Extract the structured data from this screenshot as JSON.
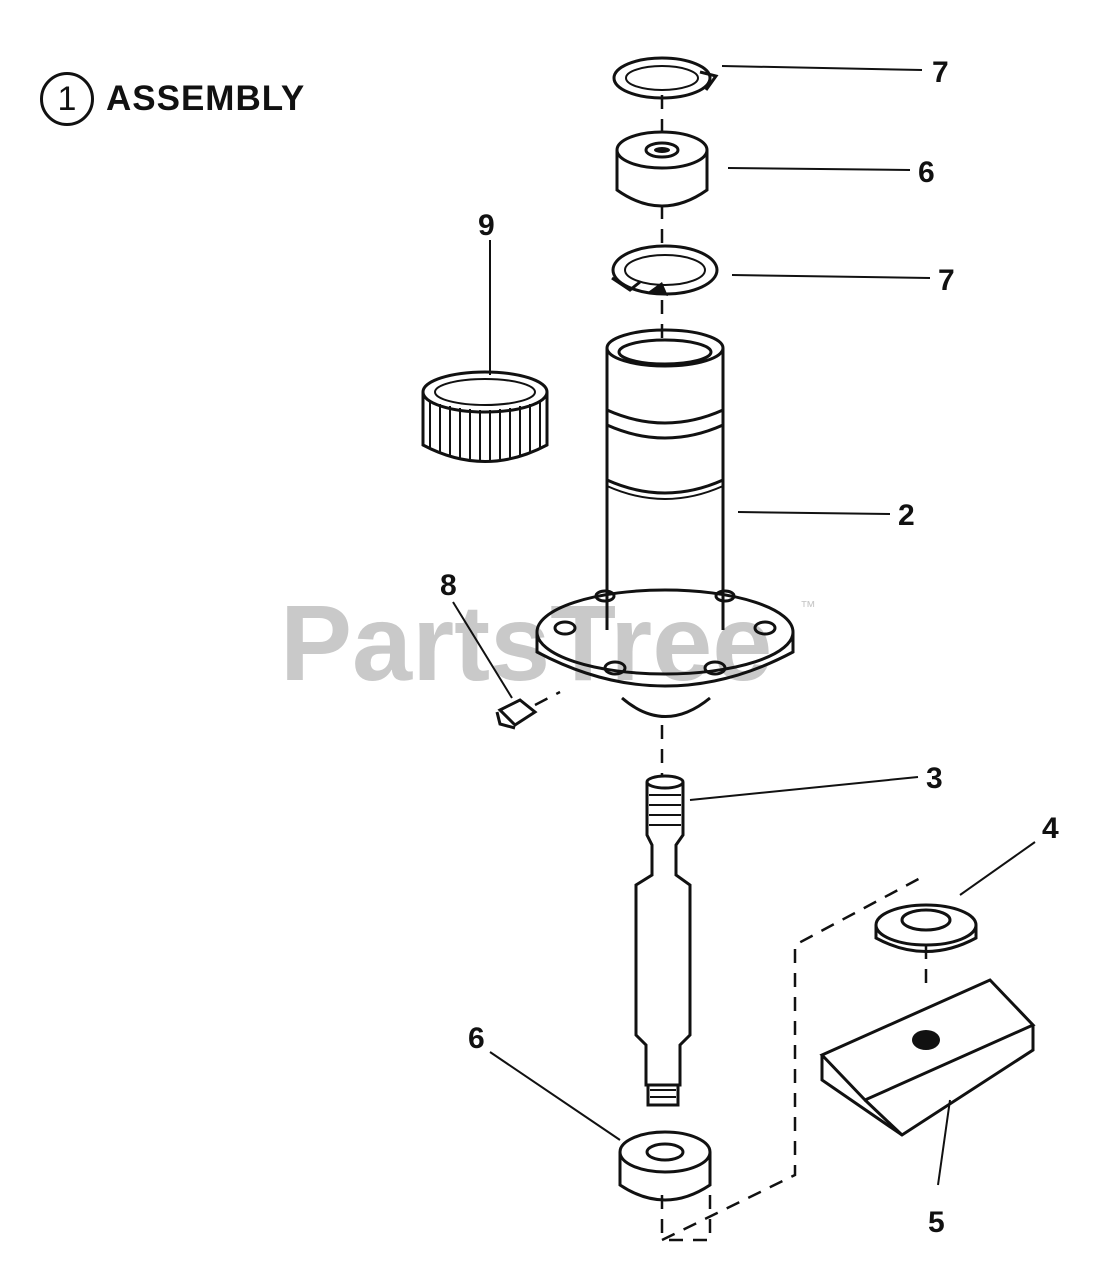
{
  "title": {
    "circle_number": "1",
    "label": "ASSEMBLY"
  },
  "watermark": {
    "text": "PartsTree",
    "trademark": "™"
  },
  "callouts": [
    {
      "id": "callout-7-top",
      "text": "7"
    },
    {
      "id": "callout-6-top",
      "text": "6"
    },
    {
      "id": "callout-7-mid",
      "text": "7"
    },
    {
      "id": "callout-9",
      "text": "9"
    },
    {
      "id": "callout-2",
      "text": "2"
    },
    {
      "id": "callout-8",
      "text": "8"
    },
    {
      "id": "callout-3",
      "text": "3"
    },
    {
      "id": "callout-4",
      "text": "4"
    },
    {
      "id": "callout-6-bottom",
      "text": "6"
    },
    {
      "id": "callout-5",
      "text": "5"
    }
  ],
  "parts": {
    "retaining_ring_top": "retaining-ring-top",
    "bearing_top": "bearing-top",
    "retaining_ring_mid": "retaining-ring-mid",
    "needle_bearing": "needle-bearing",
    "spindle_housing": "spindle-housing",
    "grease_fitting": "grease-fitting",
    "spindle_shaft": "spindle-shaft",
    "spacer_washer": "spacer-washer",
    "blade_adapter": "blade-adapter",
    "bearing_bottom": "bearing-bottom"
  }
}
